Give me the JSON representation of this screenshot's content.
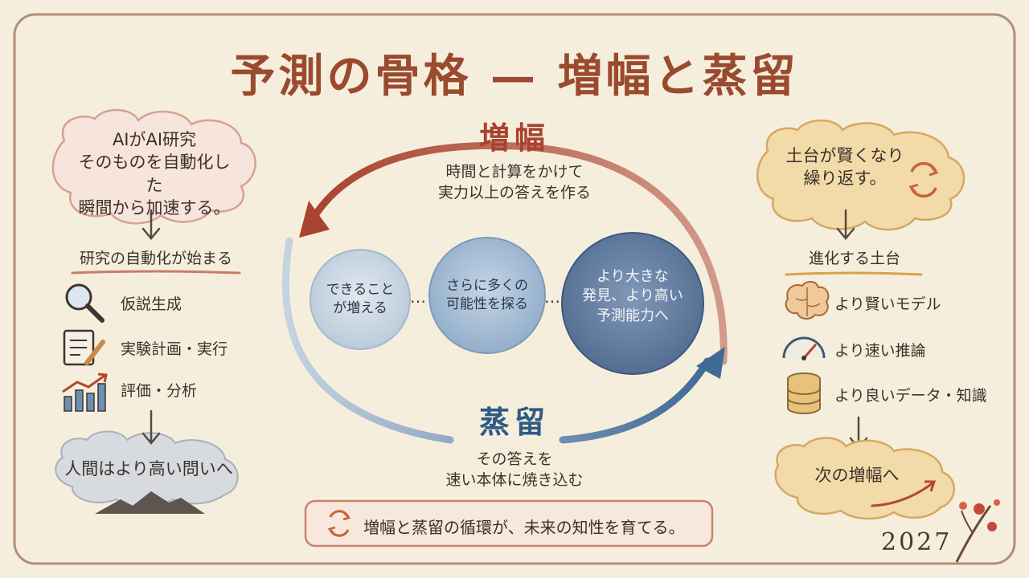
{
  "title": "予測の骨格 — 増幅と蒸留",
  "left": {
    "cloud_lines": [
      "AIがAI研究",
      "そのものを自動化した",
      "瞬間から加速する。"
    ],
    "heading": "研究の自動化が始まる",
    "items": [
      {
        "icon": "magnifier-icon",
        "label": "仮説生成"
      },
      {
        "icon": "notepad-pencil-icon",
        "label": "実験計画・実行"
      },
      {
        "icon": "growth-chart-icon",
        "label": "評価・分析"
      }
    ],
    "bottom_cloud": "人間はより高い問いへ"
  },
  "center": {
    "amplify_label": "増幅",
    "amplify_desc": [
      "時間と計算をかけて",
      "実力以上の答えを作る"
    ],
    "circles": [
      {
        "lines": [
          "できること",
          "が増える"
        ]
      },
      {
        "lines": [
          "さらに多くの",
          "可能性を探る"
        ]
      },
      {
        "lines": [
          "より大きな",
          "発見、より高い",
          "予測能力へ"
        ]
      }
    ],
    "ellipsis": "…",
    "distill_label": "蒸留",
    "distill_desc": [
      "その答えを",
      "速い本体に焼き込む"
    ],
    "banner": "増幅と蒸留の循環が、未来の知性を育てる。"
  },
  "right": {
    "cloud_lines": [
      "土台が賢くなり",
      "繰り返す。"
    ],
    "heading": "進化する土台",
    "items": [
      {
        "icon": "brain-icon",
        "label": "より賢いモデル"
      },
      {
        "icon": "speedometer-icon",
        "label": "より速い推論"
      },
      {
        "icon": "database-icon",
        "label": "より良いデータ・知識"
      }
    ],
    "bottom_cloud": "次の増幅へ"
  },
  "year": "2027",
  "colors": {
    "background": "#f6eedd",
    "red_accent": "#a8432f",
    "blue_accent": "#2f5b86",
    "gold_accent": "#d9a24a",
    "title": "#9a4a2e"
  }
}
